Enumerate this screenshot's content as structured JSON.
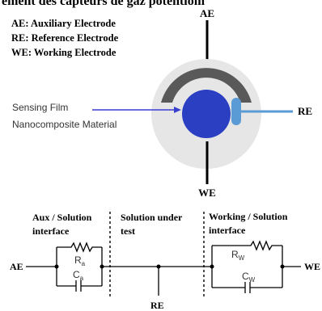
{
  "header": {
    "cut_title": "ement des capteurs de gaz potentiom"
  },
  "legend": {
    "ae": "AE: Auxiliary Electrode",
    "re": "RE: Reference Electrode",
    "we": "WE: Working Electrode"
  },
  "sensor": {
    "top_label": "AE",
    "right_label": "RE",
    "bottom_label": "WE",
    "film_line1": "Sensing Film",
    "film_line2": "Nanocomposite Material"
  },
  "circuit": {
    "left_terminal": "AE",
    "right_terminal": "WE",
    "bottom_terminal": "RE",
    "r_a": "R",
    "r_a_sub": "a",
    "c_a": "C",
    "c_a_sub": "a",
    "r_w": "R",
    "r_w_sub": "W",
    "c_w": "C",
    "c_w_sub": "W",
    "section1_line1": "Aux / Solution",
    "section1_line2": "interface",
    "section2_line1": "Solution under",
    "section2_line2": "test",
    "section3_line1": "Working / Solution",
    "section3_line2": "interface"
  },
  "colors": {
    "film_blue": "#2a3fc2",
    "arrow_blue": "#3b3fd0",
    "re_blue": "#5b9bd5",
    "arc_gray": "#595959",
    "disk_gray": "#e6e6e6"
  }
}
